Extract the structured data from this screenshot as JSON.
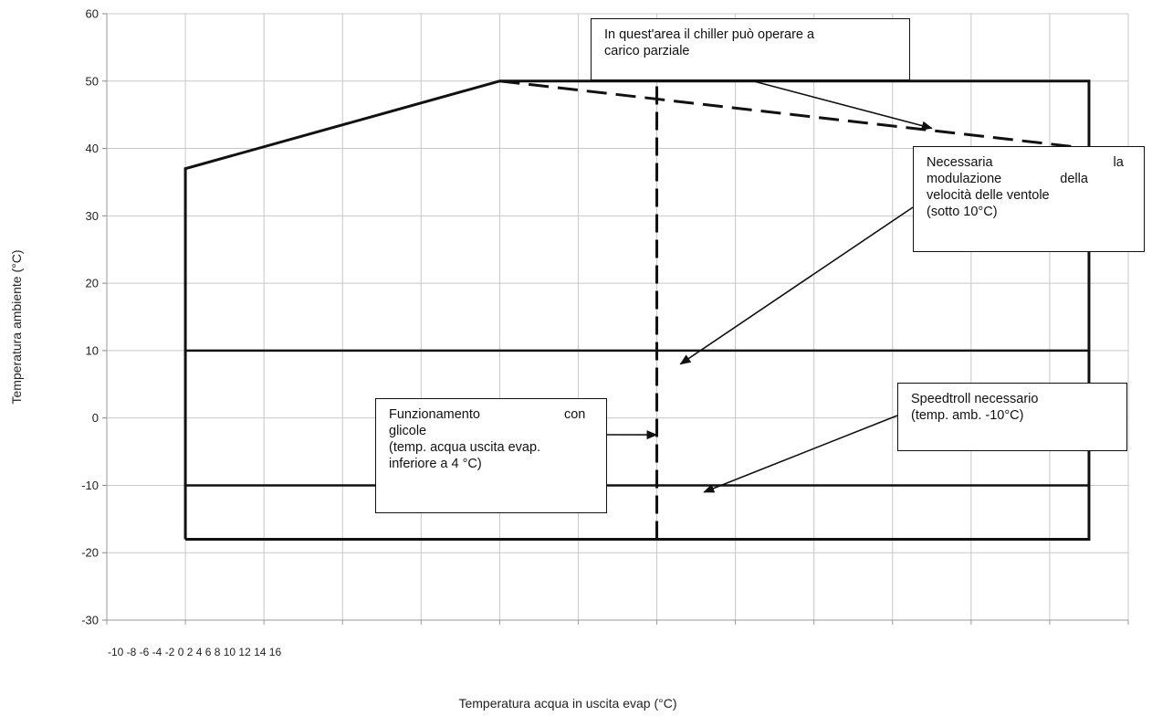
{
  "chart_data": {
    "type": "area",
    "title": "",
    "xlabel": "Temperatura acqua in uscita evap (°C)",
    "ylabel": "Temperatura ambiente (°C)",
    "ylim": [
      -30,
      60
    ],
    "y_ticks": [
      60,
      50,
      40,
      30,
      20,
      10,
      0,
      -10,
      -20,
      -30
    ],
    "x_tick_label_text": "-10 -8 -6 -4 -2 0 2 4 6 8 10 12 14 16",
    "xlim": [
      -10,
      16
    ],
    "grid": true,
    "envelope": {
      "name": "",
      "x": [
        -8,
        -8,
        0,
        0,
        15,
        15,
        -8
      ],
      "y": [
        -18,
        37,
        50,
        50,
        50,
        -18,
        -18
      ]
    },
    "partial_load_limit": {
      "x": [
        0,
        15
      ],
      "y": [
        50,
        40
      ],
      "style": "dashed"
    },
    "glycol_limit": {
      "x": [
        4,
        4
      ],
      "y": [
        -18,
        50
      ],
      "style": "dashed"
    },
    "fan_modulation_line": {
      "x": [
        -8,
        15
      ],
      "y": [
        10,
        10
      ]
    },
    "speedtroll_line": {
      "x": [
        -8,
        15
      ],
      "y": [
        -10,
        -10
      ]
    },
    "annotations": [
      {
        "id": "partial",
        "lines": [
          "In quest'area il chiller può operare a",
          "carico parziale"
        ]
      },
      {
        "id": "fans",
        "lines": [
          "Necessaria la",
          "modulazione della",
          "velocità delle ventole",
          "(sotto 10°C)"
        ]
      },
      {
        "id": "glycol",
        "lines": [
          "Funzionamento con",
          "glicole",
          "(temp. acqua uscita evap.",
          "inferiore a 4 °C)"
        ]
      },
      {
        "id": "speedtroll",
        "lines": [
          "Speedtroll necessario",
          "(temp. amb. -10°C)"
        ]
      }
    ]
  }
}
